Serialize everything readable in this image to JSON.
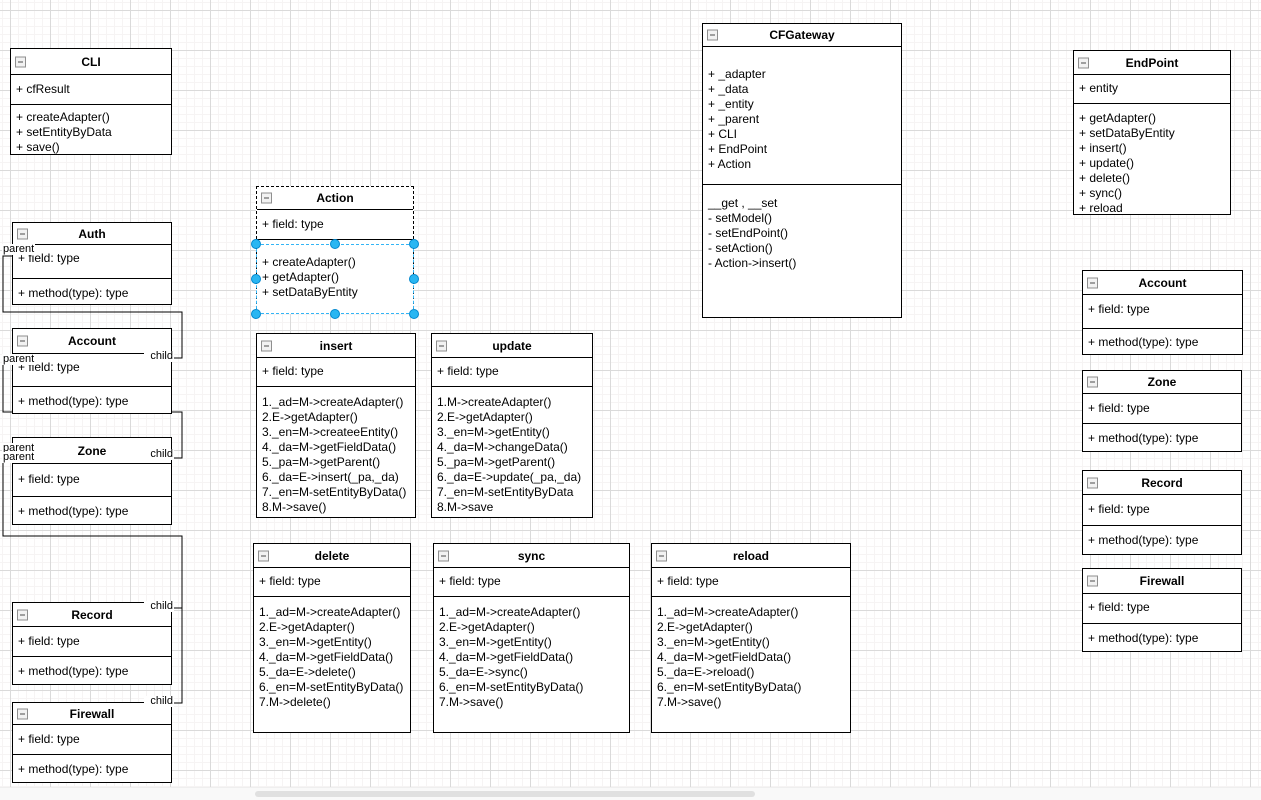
{
  "app": {
    "kind": "uml-class-diagram-canvas"
  },
  "colors": {
    "grid_minor": "#f6f4f4",
    "grid_major": "#dadada",
    "box_border": "#000000",
    "selection_outline": "#33b5f5",
    "selection_handle": "#29b6f2",
    "scrollbar_thumb": "#e0e0e0"
  },
  "selection": {
    "selected_class": "Action",
    "selected_compartment": "methods"
  },
  "classes": [
    {
      "id": "CLI",
      "title": "CLI",
      "attributes": [
        "+ cfResult"
      ],
      "methods": [
        "+ createAdapter()",
        "+ setEntityByData",
        "+ save()"
      ]
    },
    {
      "id": "Auth",
      "title": "Auth",
      "attributes": [
        "+ field: type"
      ],
      "methods": [
        "+ method(type): type"
      ]
    },
    {
      "id": "Account-left",
      "title": "Account",
      "attributes": [
        "+ field: type"
      ],
      "methods": [
        "+ method(type): type"
      ]
    },
    {
      "id": "Zone-left",
      "title": "Zone",
      "attributes": [
        "+ field: type"
      ],
      "methods": [
        "+ method(type): type"
      ]
    },
    {
      "id": "Record-left",
      "title": "Record",
      "attributes": [
        "+ field: type"
      ],
      "methods": [
        "+ method(type): type"
      ]
    },
    {
      "id": "Firewall-left",
      "title": "Firewall",
      "attributes": [
        "+ field: type"
      ],
      "methods": [
        "+ method(type): type"
      ]
    },
    {
      "id": "Action",
      "title": "Action",
      "attributes": [
        "+ field: type"
      ],
      "methods": [
        "+ createAdapter()",
        "+ getAdapter()",
        "+ setDataByEntity"
      ]
    },
    {
      "id": "insert",
      "title": "insert",
      "attributes": [
        "+ field: type"
      ],
      "methods": [
        "1._ad=M->createAdapter()",
        "2.E->getAdapter()",
        "3._en=M->createeEntity()",
        "4._da=M->getFieldData()",
        "5._pa=M->getParent()",
        "6._da=E->insert(_pa,_da)",
        "7._en=M-setEntityByData()",
        "8.M->save()"
      ]
    },
    {
      "id": "update",
      "title": "update",
      "attributes": [
        "+ field: type"
      ],
      "methods": [
        "1.M->createAdapter()",
        "2.E->getAdapter()",
        "3._en=M->getEntity()",
        "4._da=M->changeData()",
        "5._pa=M->getParent()",
        "6._da=E->update(_pa,_da)",
        "7._en=M-setEntityByData",
        "8.M->save"
      ]
    },
    {
      "id": "delete",
      "title": "delete",
      "attributes": [
        "+ field: type"
      ],
      "methods": [
        "1._ad=M->createAdapter()",
        "2.E->getAdapter()",
        "3._en=M->getEntity()",
        "4._da=M->getFieldData()",
        "5._da=E->delete()",
        "6._en=M-setEntityByData()",
        "7.M->delete()"
      ]
    },
    {
      "id": "sync",
      "title": "sync",
      "attributes": [
        "+ field: type"
      ],
      "methods": [
        "1._ad=M->createAdapter()",
        "2.E->getAdapter()",
        "3._en=M->getEntity()",
        "4._da=M->getFieldData()",
        "5._da=E->sync()",
        "6._en=M-setEntityByData()",
        "7.M->save()"
      ]
    },
    {
      "id": "reload",
      "title": "reload",
      "attributes": [
        "+ field: type"
      ],
      "methods": [
        "1._ad=M->createAdapter()",
        "2.E->getAdapter()",
        "3._en=M->getEntity()",
        "4._da=M->getFieldData()",
        "5._da=E->reload()",
        "6._en=M-setEntityByData()",
        "7.M->save()"
      ]
    },
    {
      "id": "CFGateway",
      "title": "CFGateway",
      "attributes": [
        "+ _adapter",
        "+ _data",
        "+ _entity",
        "+ _parent",
        "+ CLI",
        "+ EndPoint",
        "+ Action"
      ],
      "methods": [
        "__get , __set",
        "- setModel()",
        "- setEndPoint()",
        "- setAction()",
        "- Action->insert()"
      ]
    },
    {
      "id": "EndPoint",
      "title": "EndPoint",
      "attributes": [
        "+  entity"
      ],
      "methods": [
        "+ getAdapter()",
        "+ setDataByEntity",
        "+ insert()",
        "+ update()",
        "+ delete()",
        "+ sync()",
        "+ reload"
      ]
    },
    {
      "id": "Account-right",
      "title": "Account",
      "attributes": [
        "+ field: type"
      ],
      "methods": [
        "+ method(type): type"
      ]
    },
    {
      "id": "Zone-right",
      "title": "Zone",
      "attributes": [
        "+ field: type"
      ],
      "methods": [
        "+ method(type): type"
      ]
    },
    {
      "id": "Record-right",
      "title": "Record",
      "attributes": [
        "+ field: type"
      ],
      "methods": [
        "+ method(type): type"
      ]
    },
    {
      "id": "Firewall-right",
      "title": "Firewall",
      "attributes": [
        "+ field: type"
      ],
      "methods": [
        "+ method(type): type"
      ]
    }
  ],
  "connections": [
    {
      "from": "Auth",
      "to": "Account",
      "from_label": "parent",
      "to_label": "child"
    },
    {
      "from": "Account",
      "to": "Zone",
      "from_label": "parent",
      "to_label": "child"
    },
    {
      "from": "Zone",
      "to": "Record",
      "from_label": "parent",
      "to_label": "child"
    },
    {
      "from": "Zone",
      "to": "Firewall",
      "from_label": "parent",
      "to_label": "child"
    }
  ]
}
